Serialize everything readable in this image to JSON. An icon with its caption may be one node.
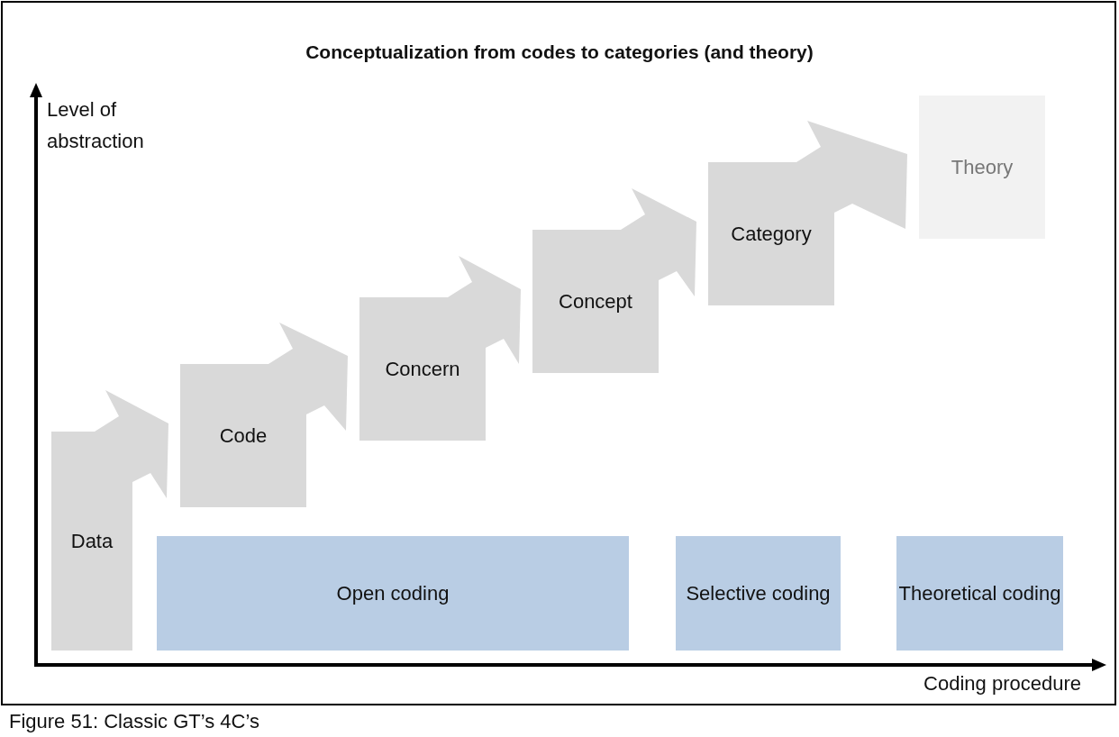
{
  "diagram": {
    "title": "Conceptualization from codes to categories (and theory)",
    "caption": "Figure 51: Classic GT’s 4C’s",
    "nodes": [
      {
        "text": [
          "Data"
        ]
      },
      {
        "text": [
          "Code"
        ]
      },
      {
        "text": [
          "Concern"
        ]
      },
      {
        "text": [
          "Concept"
        ]
      },
      {
        "text": [
          "Category"
        ]
      },
      {
        "text": [
          "Theory"
        ]
      },
      {
        "text": [
          "Open coding"
        ]
      },
      {
        "text": [
          "Selective coding"
        ]
      },
      {
        "text": [
          "Theoretical coding"
        ]
      }
    ],
    "edges": [
      {
        "from": 0,
        "to": 1,
        "arrow": "to"
      },
      {
        "from": 1,
        "to": 2,
        "arrow": "to"
      },
      {
        "from": 2,
        "to": 3,
        "arrow": "to"
      },
      {
        "from": 3,
        "to": 4,
        "arrow": "to"
      },
      {
        "from": 4,
        "to": 5,
        "arrow": "to"
      }
    ],
    "labels": [
      "Level of abstraction",
      "Coding procedure"
    ]
  }
}
